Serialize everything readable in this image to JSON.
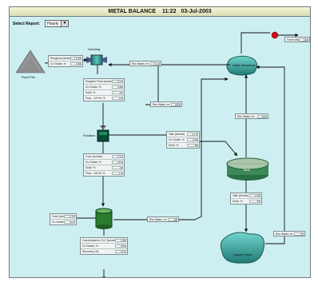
{
  "title": {
    "main": "METAL BALANCE",
    "time": "11:22",
    "date": "03-Jul-2003"
  },
  "report": {
    "label": "Select Report:",
    "value": "Hourly",
    "arrow": "▼"
  },
  "labels": {
    "rock_pile": "Rock Pile",
    "grinding": "Grinding",
    "water_reservoir": "Water Reservoir",
    "flotation": "Flotation",
    "tank": "Tank",
    "dump": "Lagoon Area"
  },
  "boxes": {
    "roughout": {
      "rows": [
        {
          "label": "Roughout (tonnes)",
          "value": "1 0.56"
        },
        {
          "label": "Cu Grade, %",
          "value": "0.86"
        }
      ]
    },
    "rougher_feed": {
      "rows": [
        {
          "label": "Rougher Feed (tonnes)",
          "value": "1 2.0"
        },
        {
          "label": "Cu Grade, %",
          "value": "0.86"
        },
        {
          "label": "Solid, %",
          "value": "41"
        },
        {
          "label": "Flow - 120 ft³, %",
          "value": "1.8"
        }
      ]
    },
    "tails_mid": {
      "rows": [
        {
          "label": "Tails (tonnes)",
          "value": "1 1.3"
        },
        {
          "label": "Cu Grade, %",
          "value": "0.09"
        },
        {
          "label": "Solid, %",
          "value": "38"
        }
      ]
    },
    "conc": {
      "rows": [
        {
          "label": "Conc (tonnes)",
          "value": "0.71"
        },
        {
          "label": "Cu Grade, %",
          "value": "23.4"
        },
        {
          "label": "Solid, %",
          "value": "33"
        },
        {
          "label": "Flow - 120 ft³, %",
          "value": "1.3"
        }
      ]
    },
    "conc_small": {
      "rows": [
        {
          "label": "Conc (tonnes)",
          "value": "0.70"
        },
        {
          "label": "Cu Grade, %",
          "value": "23.3"
        }
      ]
    },
    "concentrate": {
      "rows": [
        {
          "label": "Concentrate to CLC (tonnes)",
          "value": "0.68"
        },
        {
          "label": "Cu Grade, %",
          "value": "28.9"
        },
        {
          "label": "Recovery (%)",
          "value": "91.2"
        }
      ]
    },
    "tails_right": {
      "rows": [
        {
          "label": "Tails (tonnes)",
          "value": "1 0.5"
        },
        {
          "label": "Solid, %",
          "value": "52"
        }
      ]
    }
  },
  "flows": {
    "fresh_water": {
      "label": "Fresh Water, m³",
      "value": "120"
    },
    "rec_water_top": {
      "label": "Rec Water, m³",
      "value": "3 1.0"
    },
    "rec_water_mid": {
      "label": "Rec Water, m³",
      "value": "95.6"
    },
    "rec_water_right": {
      "label": "Rec Water, m³",
      "value": "151"
    },
    "rec_water_bottom": {
      "label": "Rec Water, m³",
      "value": "18"
    },
    "rec_water_far": {
      "label": "Rec Water, m³",
      "value": "72"
    }
  },
  "colors": {
    "background": "#cdeff1",
    "pipe": "#111111",
    "equipment": "#2f7f7a",
    "valve": "#d10a1a"
  }
}
